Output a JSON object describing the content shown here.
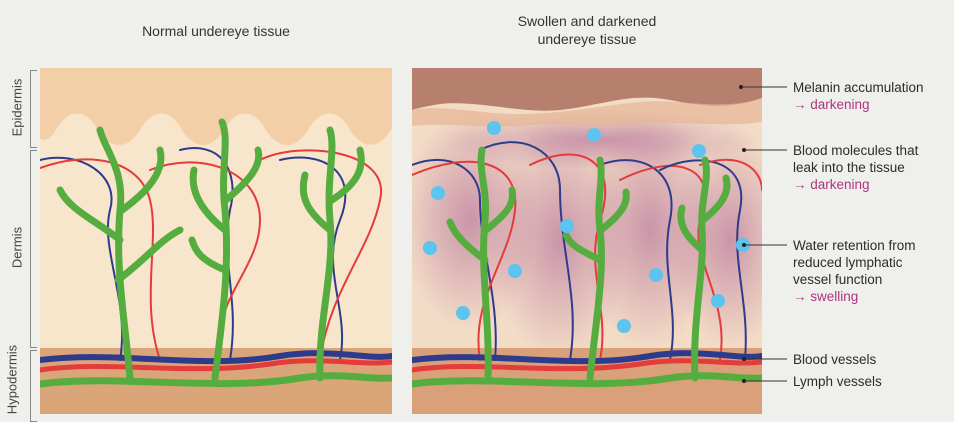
{
  "panels": {
    "left_title": "Normal undereye tissue",
    "right_title_line1": "Swollen and darkened",
    "right_title_line2": "undereye tissue"
  },
  "layers": {
    "epidermis": "Epidermis",
    "dermis": "Dermis",
    "hypodermis": "Hypodermis"
  },
  "annotations": {
    "melanin": {
      "line1": "Melanin accumulation",
      "effect": "→ darkening"
    },
    "blood_leak": {
      "line1": "Blood molecules that",
      "line2": "leak into the tissue",
      "effect": "→ darkening"
    },
    "water": {
      "line1": "Water retention from",
      "line2": "reduced lymphatic",
      "line3": "vessel function",
      "effect": "→ swelling"
    },
    "blood_vessels": {
      "line1": "Blood vessels"
    },
    "lymph_vessels": {
      "line1": "Lymph vessels"
    }
  },
  "colors": {
    "background": "#eff0ec",
    "skin_light": "#f8e6cc",
    "epidermis": "#f2cfa7",
    "hypodermis": "#dba57a",
    "melanin_band": "#b7806e",
    "blood_red": "#e43b3b",
    "vein_blue": "#2e3b8c",
    "lymph_green": "#56ad3f",
    "water_blue": "#5cc4ee",
    "leak_purple": "#a85a92",
    "accent_text": "#b0337f"
  }
}
